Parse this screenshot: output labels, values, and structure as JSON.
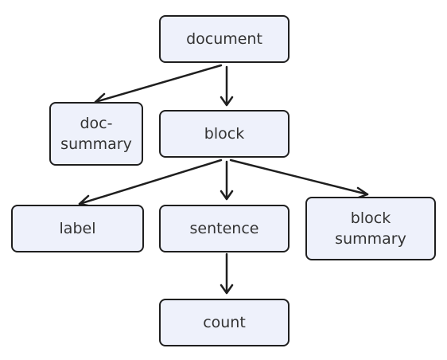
{
  "diagram": {
    "nodes": {
      "document": "document",
      "doc_summary": "doc-\nsummary",
      "block": "block",
      "label": "label",
      "sentence": "sentence",
      "block_summary": "block\nsummary",
      "count": "count"
    },
    "edges": [
      {
        "from": "document",
        "to": "doc_summary"
      },
      {
        "from": "document",
        "to": "block"
      },
      {
        "from": "block",
        "to": "label"
      },
      {
        "from": "block",
        "to": "sentence"
      },
      {
        "from": "block",
        "to": "block_summary"
      },
      {
        "from": "sentence",
        "to": "count"
      }
    ],
    "colors": {
      "node_fill": "#eef1fb",
      "stroke": "#1f1f1f",
      "text": "#333333"
    }
  }
}
